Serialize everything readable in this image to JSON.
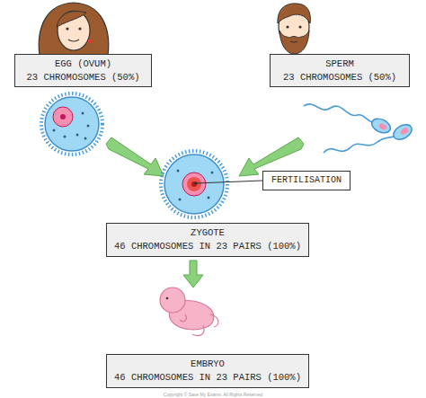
{
  "diagram": {
    "nodes": [
      {
        "text": [
          "EGG (OVUM)",
          "23 CHROMOSOMES (50%)"
        ]
      },
      {
        "text": [
          "SPERM",
          "23 CHROMOSOMES (50%)"
        ]
      },
      {
        "text": [
          "FERTILISATION"
        ]
      },
      {
        "text": [
          "ZYGOTE",
          "46 CHROMOSOMES IN 23 PAIRS (100%)"
        ]
      },
      {
        "text": [
          "EMBRYO",
          "46 CHROMOSOMES IN 23 PAIRS (100%)"
        ]
      }
    ],
    "labels": [
      "Copyright © Save My Exams. All Rights Reserved"
    ]
  }
}
